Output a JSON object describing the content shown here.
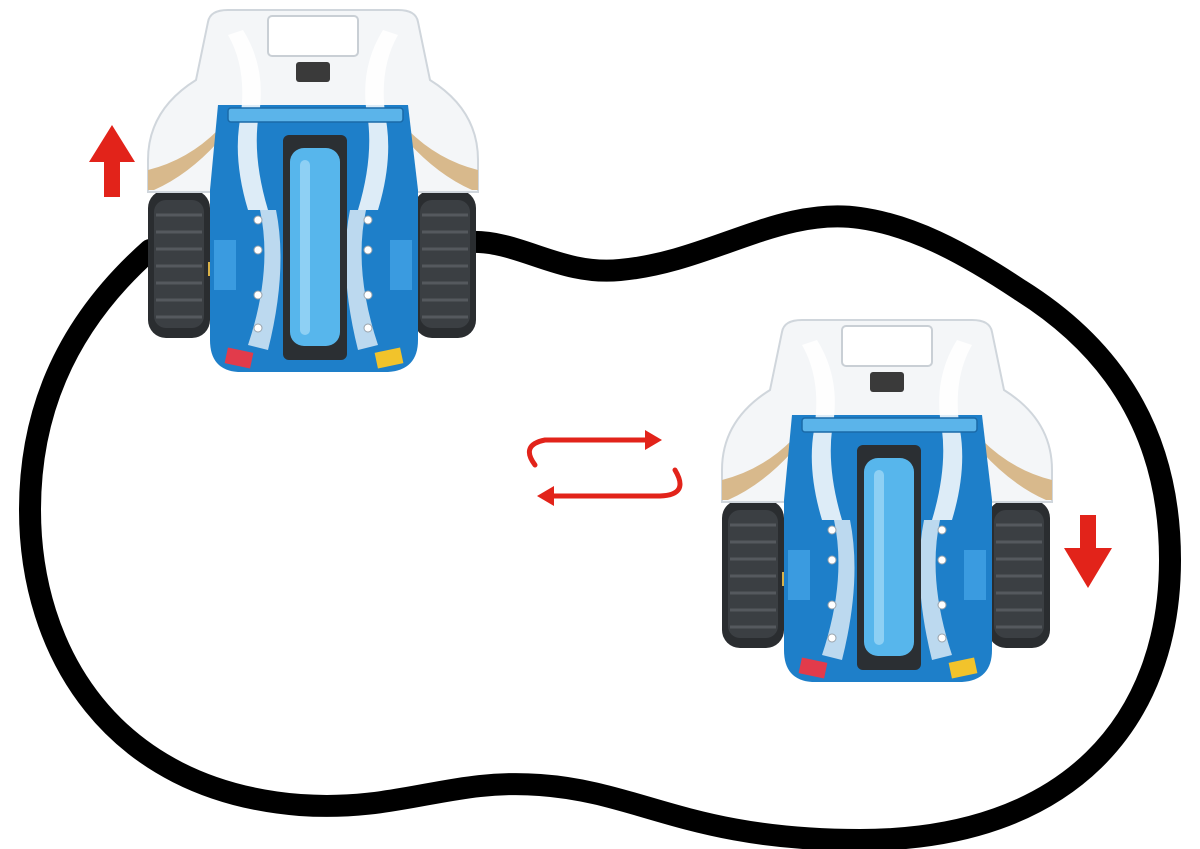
{
  "diagram": {
    "track": {
      "color": "#000000"
    },
    "robots": [
      {
        "id": "robot-top-left",
        "direction": "forward"
      },
      {
        "id": "robot-right",
        "direction": "backward"
      }
    ],
    "arrows": {
      "color": "#e2231a",
      "forward_arrow": "up-arrow",
      "backward_arrow": "down-arrow",
      "swap_arrows": "swap-arrows"
    },
    "colors": {
      "robot_blue": "#1e7fc9",
      "robot_light_blue": "#5bb4ea",
      "robot_white": "#f4f6f8",
      "tire": "#2a2d30",
      "battery": "#57b6ec",
      "wood_trim": "#d8b98c"
    }
  }
}
